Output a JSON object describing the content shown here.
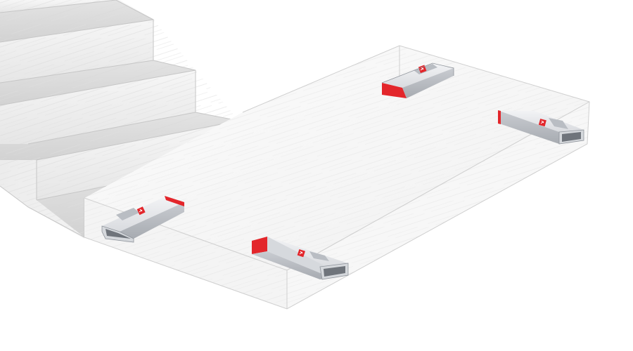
{
  "scene": {
    "elements": [
      {
        "name": "staircase",
        "kind": "concrete-stairs",
        "steps": 4
      },
      {
        "name": "landing-slab",
        "kind": "transparent-slab"
      },
      {
        "name": "connector-back-center",
        "kind": "rebar-connector",
        "visible_end": "red"
      },
      {
        "name": "connector-right",
        "kind": "rebar-connector",
        "visible_end": "open"
      },
      {
        "name": "connector-front-left",
        "kind": "rebar-connector",
        "visible_end": "open"
      },
      {
        "name": "connector-front-center",
        "kind": "rebar-connector",
        "visible_end": "red"
      }
    ],
    "colors": {
      "background": "#ffffff",
      "concrete_light": "#f3f3f3",
      "concrete_mid": "#e2e2e2",
      "concrete_dark": "#cfcfcf",
      "slab_edge": "#c8c8c8",
      "steel_light": "#e9ebee",
      "steel_mid": "#c9ccd1",
      "steel_dark": "#9ea3aa",
      "accent_red": "#e3262b",
      "label_white": "#ffffff"
    }
  }
}
